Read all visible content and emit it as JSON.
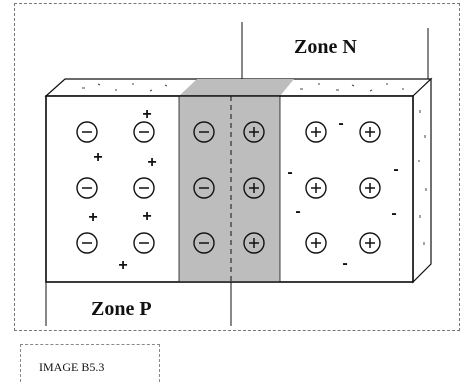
{
  "diagram": {
    "zone_n_label": "Zone N",
    "zone_p_label": "Zone P",
    "caption": "IMAGE B5.3",
    "colors": {
      "depletion_region": "#bdbdbd",
      "outline": "#111111",
      "background": "#ffffff"
    },
    "ions": {
      "p_side_negative": 6,
      "depletion_negative": 3,
      "depletion_positive": 3,
      "n_side_positive": 6
    },
    "free_carriers": {
      "p_side_holes_symbol": "+",
      "n_side_electrons_symbol": "-"
    }
  }
}
